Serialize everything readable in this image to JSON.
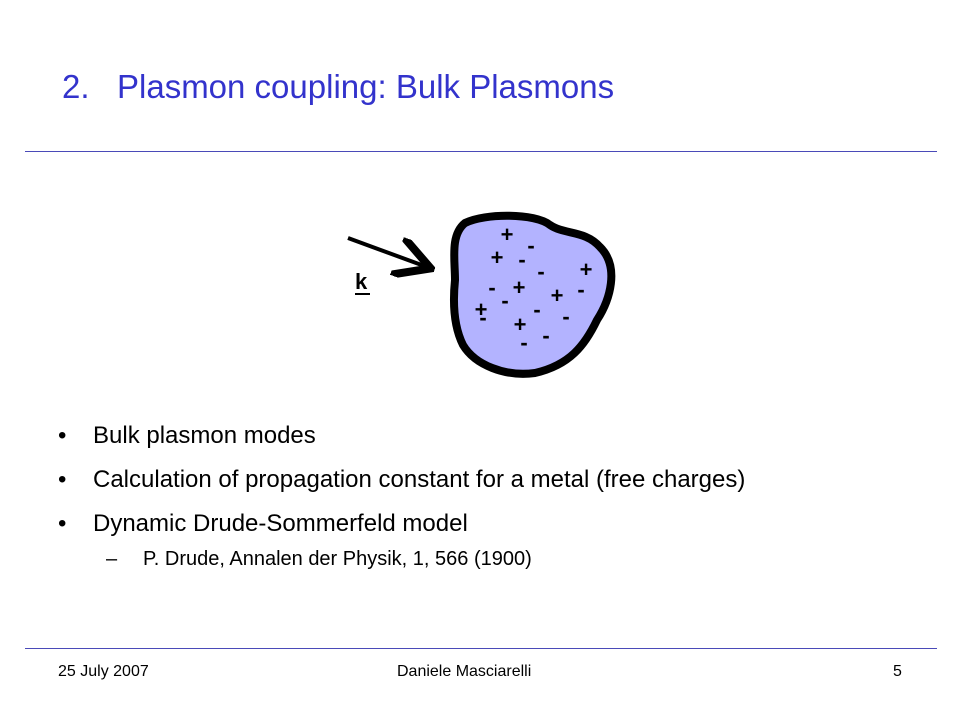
{
  "slide": {
    "title_number": "2.",
    "title_text": "Plasmon coupling: Bulk Plasmons"
  },
  "figure": {
    "vector_label": "k",
    "blob_fill": "#b3b3ff",
    "charges": [
      "+",
      "-",
      "+",
      "-",
      "+",
      "-",
      "-",
      "+",
      "-",
      "+",
      "-",
      "+",
      "-",
      "+",
      "-",
      "-",
      "-",
      "-"
    ]
  },
  "bullets": [
    {
      "marker": "•",
      "text": "Bulk plasmon modes"
    },
    {
      "marker": "•",
      "text": "Calculation of propagation  constant for a metal (free charges)"
    },
    {
      "marker": "•",
      "text": "Dynamic Drude-Sommerfeld model"
    }
  ],
  "sub_bullet": {
    "marker": "–",
    "text": "P. Drude, Annalen der Physik, 1, 566 (1900)"
  },
  "footer": {
    "date": "25 July 2007",
    "author": "Daniele Masciarelli",
    "page": "5"
  },
  "colors": {
    "title": "#3333cc",
    "rule": "#4a4ab8"
  }
}
